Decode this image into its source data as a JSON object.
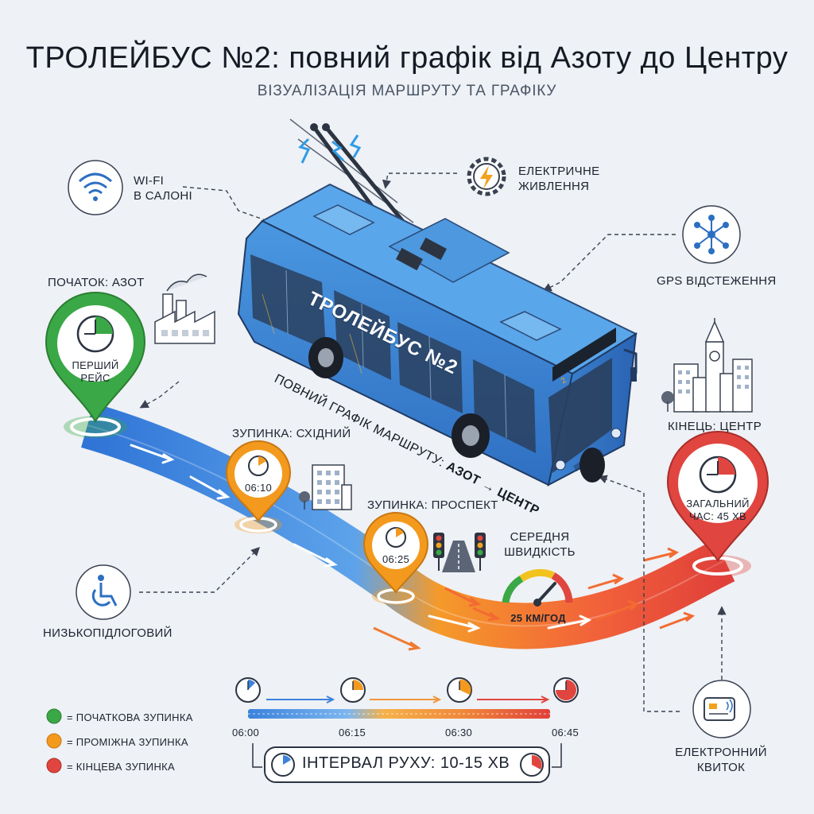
{
  "header": {
    "title": "ТРОЛЕЙБУС №2: повний графік від Азоту до Центру",
    "subtitle": "ВІЗУАЛІЗАЦІЯ МАРШРУТУ ТА ГРАФІКУ"
  },
  "features": {
    "wifi": {
      "line1": "WI-FI",
      "line2": "В САЛОНІ",
      "icon": "wifi-icon"
    },
    "power": {
      "line1": "ЕЛЕКТРИЧНЕ",
      "line2": "ЖИВЛЕННЯ",
      "icon": "gear-lightning-icon"
    },
    "gps": {
      "label": "GPS ВІДСТЕЖЕННЯ",
      "icon": "network-icon"
    },
    "lowfloor": {
      "label": "НИЗЬКОПІДЛОГОВИЙ",
      "icon": "wheelchair-icon"
    },
    "ticket": {
      "line1": "ЕЛЕКТРОННИЙ",
      "line2": "КВИТОК",
      "icon": "card-reader-icon"
    }
  },
  "bus": {
    "side_label": "ТРОЛЕЙБУС №2",
    "route_text_prefix": "ПОВНИЙ ГРАФІК МАРШРУТУ: ",
    "route_text_bold": "АЗОТ → ЦЕНТР",
    "display_number": "2"
  },
  "stops": {
    "start": {
      "title": "ПОЧАТОК: АЗОТ",
      "pin_text_1": "ПЕРШИЙ",
      "pin_text_2": "РЕЙС",
      "color": "#3aa846"
    },
    "east": {
      "title": "ЗУПИНКА: СХІДНИЙ",
      "time": "06:10",
      "color": "#f39a1e"
    },
    "prospect": {
      "title": "ЗУПИНКА: ПРОСПЕКТ",
      "time": "06:25",
      "color": "#f39a1e"
    },
    "end": {
      "title": "КІНЕЦЬ: ЦЕНТР",
      "pin_text_1": "ЗАГАЛЬНИЙ",
      "pin_text_2": "ЧАС: 45 ХВ",
      "color": "#e0453f"
    }
  },
  "speed": {
    "line1": "СЕРЕДНЯ",
    "line2": "ШВИДКІСТЬ",
    "value": "25 КМ/ГОД"
  },
  "timeline": {
    "ticks": [
      "06:00",
      "06:15",
      "06:30",
      "06:45"
    ],
    "interval": "ІНТЕРВАЛ РУХУ: 10-15 ХВ"
  },
  "legend": [
    {
      "color": "#3aa846",
      "label": "= ПОЧАТКОВА ЗУПИНКА"
    },
    {
      "color": "#f39a1e",
      "label": "= ПРОМІЖНА ЗУПИНКА"
    },
    {
      "color": "#e0453f",
      "label": "= КІНЦЕВА ЗУПИНКА"
    }
  ]
}
